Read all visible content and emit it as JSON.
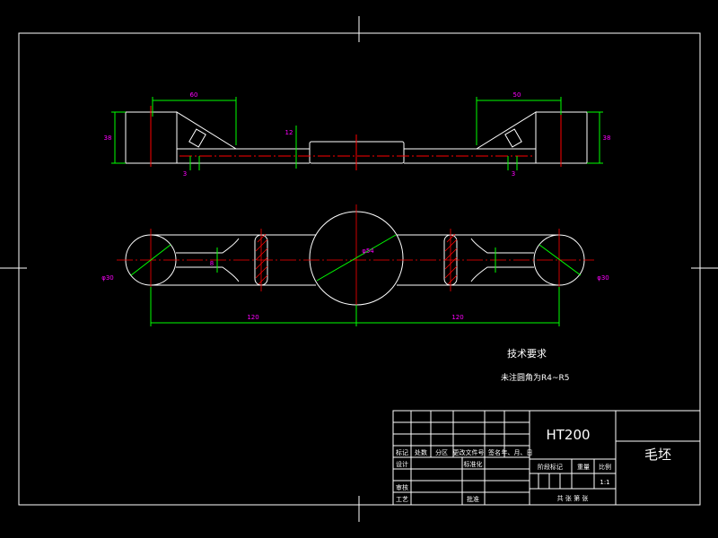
{
  "views": {
    "top_dims": {
      "left_length": "60",
      "right_length": "50",
      "left_height": "38",
      "right_height": "38",
      "mid_height": "12",
      "small_a": "3",
      "small_b": "3"
    },
    "plan_dims": {
      "left_span": "120",
      "right_span": "120",
      "left_dia": "φ30",
      "right_dia": "φ30",
      "center_dia": "φ54",
      "slot": "8"
    }
  },
  "notes": {
    "heading": "技术要求",
    "line1": "未注圆角为R4~R5"
  },
  "title_block": {
    "material": "HT200",
    "part_name": "毛坯",
    "header_cells": [
      "标记",
      "处数",
      "分区",
      "更改文件号",
      "签名",
      "年、月、日"
    ],
    "row_design": "设计",
    "row_standard": "标准化",
    "row_review": "审核",
    "row_process": "工艺",
    "row_approve": "批准",
    "stage_label": "阶段标记",
    "weight_label": "重量",
    "scale_label": "比例",
    "scale_value": "1:1",
    "sheets_label": "共  张  第  张"
  },
  "colors": {
    "outline": "#ffffff",
    "dimension": "#00ff00",
    "center": "#ff0000",
    "text_dim": "#ff00ff",
    "hatch": "#ff0000"
  }
}
